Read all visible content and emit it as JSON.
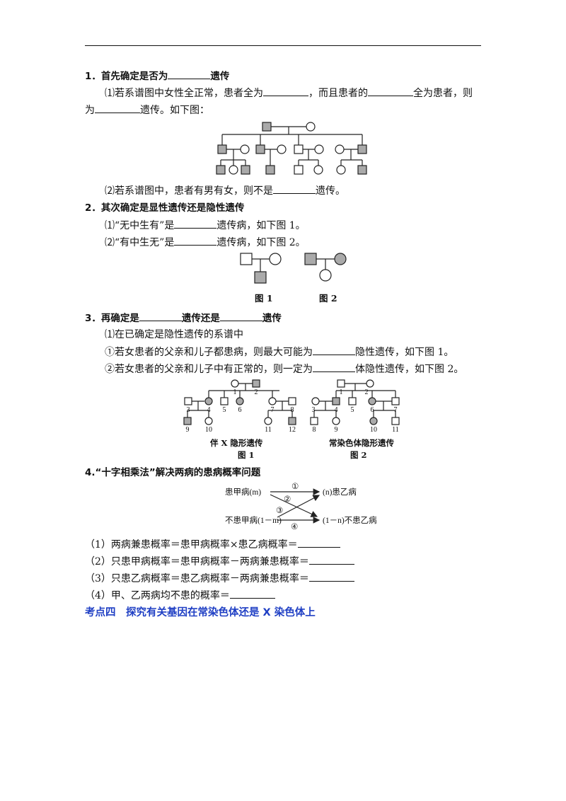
{
  "s1": {
    "title_a": "1．首先确定是否为",
    "title_b": "遗传",
    "p1_a": "⑴若系谱图中女性全正常，患者全为",
    "p1_b": "，而且患者的",
    "p1_c": "全为患者，则",
    "p1_d": "为",
    "p1_e": "遗传。如下图：",
    "p2_a": "⑵若系谱图中，患者有男有女，则不是",
    "p2_b": "遗传。"
  },
  "s2": {
    "title": "2．其次确定是显性遗传还是隐性遗传",
    "p1_a": "⑴“无中生有”是",
    "p1_b": "遗传病，如下图 1。",
    "p2_a": "⑵“有中生无”是",
    "p2_b": "遗传病，如下图 2。",
    "fig1": "图 1",
    "fig2": "图 2"
  },
  "s3": {
    "title_a": "3．再确定是",
    "title_b": "遗传还是",
    "title_c": "遗传",
    "p1": "⑴在已确定是隐性遗传的系谱中",
    "p2_a": "①若女患者的父亲和儿子都患病，则最大可能为",
    "p2_b": "隐性遗传，如下图 1。",
    "p3_a": "②若女患者的父亲和儿子中有正常的，则一定为",
    "p3_b": "体隐性遗传，如下图 2。",
    "fig1_caption": "伴 X 隐形遗传",
    "fig1_label": "图 1",
    "fig2_caption": "常染色体隐形遗传",
    "fig2_label": "图 2",
    "ped1_numbers": [
      "1",
      "2",
      "3",
      "4",
      "5",
      "6",
      "7",
      "8",
      "9",
      "10",
      "11",
      "12"
    ],
    "ped2_numbers": [
      "1",
      "2",
      "3",
      "4",
      "5",
      "6",
      "7",
      "8",
      "9",
      "10",
      "11"
    ]
  },
  "s4": {
    "title": "4.“十字相乘法”解决两病的患病概率问题",
    "diagram": {
      "left_top": "患甲病(m)",
      "left_bottom": "不患甲病(1－m)",
      "right_top": "(n)患乙病",
      "right_bottom": "(1－n)不患乙病",
      "n1": "①",
      "n2": "②",
      "n3": "③",
      "n4": "④"
    },
    "l1": "（1）两病兼患概率＝患甲病概率×患乙病概率＝",
    "l2": "（2）只患甲病概率＝患甲病概率－两病兼患概率＝",
    "l3": "（3）只患乙病概率＝患乙病概率－两病兼患概率＝",
    "l4": "（4）甲、乙两病均不患的概率＝"
  },
  "s5": {
    "title": "考点四　探究有关基因在常染色体还是 X 染色体上"
  },
  "colors": {
    "heading_blue": "#1f3fc4",
    "affected_fill": "#aaaaaa"
  }
}
